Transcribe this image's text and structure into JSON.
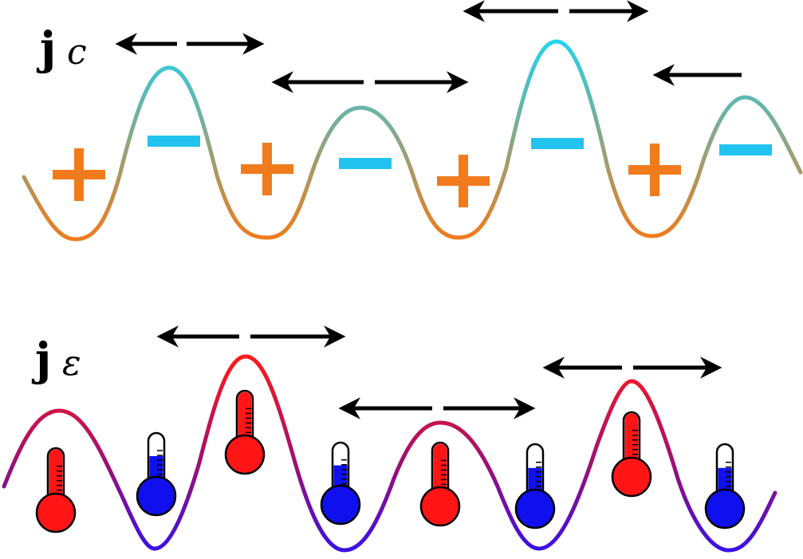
{
  "panels": {
    "charge": {
      "label_main": "j",
      "label_sub": "c",
      "colors": {
        "high": "#22d3f0",
        "low": "#f07b1c",
        "plus": "#f07b1c",
        "minus": "#22c3ee"
      },
      "signs": [
        "+",
        "−",
        "+",
        "−",
        "+",
        "−",
        "+",
        "−"
      ]
    },
    "energy": {
      "label_main": "j",
      "label_sub": "ε",
      "colors": {
        "high": "#ff1a1a",
        "low": "#3a10e6",
        "hot": "#ff1515",
        "cold": "#1010ee"
      },
      "thermometers": [
        "hot",
        "cold",
        "hot",
        "cold",
        "hot",
        "cold",
        "hot",
        "cold"
      ]
    }
  }
}
